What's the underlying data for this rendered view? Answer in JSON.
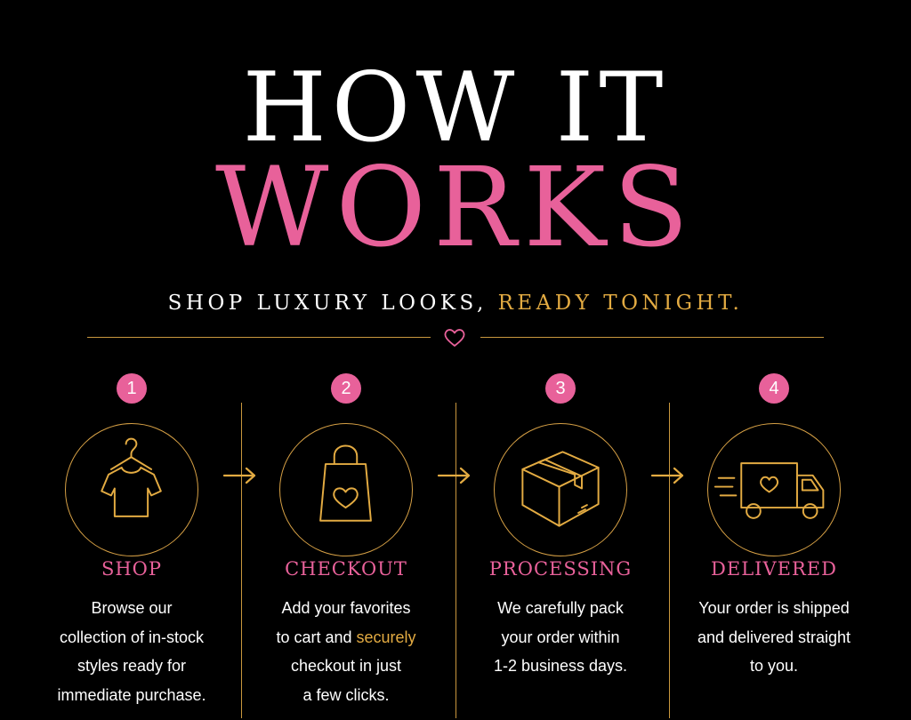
{
  "title": {
    "line1": "HOW IT",
    "line2": "WORKS"
  },
  "tagline": {
    "white_part": "SHOP LUXURY LOOKS,",
    "gold_part": "READY TONIGHT."
  },
  "colors": {
    "background": "#000000",
    "pink": "#e8619a",
    "gold": "#e3ab42",
    "white": "#ffffff"
  },
  "steps": [
    {
      "number": "1",
      "title": "SHOP",
      "icon": "t-shirt-hanger-icon",
      "lines": [
        "Browse our",
        "collection of in-stock",
        "styles ready for",
        "immediate purchase."
      ]
    },
    {
      "number": "2",
      "title": "CHECKOUT",
      "icon": "shopping-bag-heart-icon",
      "line1": "Add your favorites",
      "line2_before": "to cart and ",
      "line2_gold": "securely",
      "line3": "checkout in just",
      "line4": "a few clicks."
    },
    {
      "number": "3",
      "title": "PROCESSING",
      "icon": "package-box-icon",
      "lines": [
        "We carefully pack",
        "your order within",
        "1-2 business days."
      ]
    },
    {
      "number": "4",
      "title": "DELIVERED",
      "icon": "delivery-truck-icon",
      "lines": [
        "Your order is shipped",
        "and delivered straight",
        "to you."
      ]
    }
  ]
}
